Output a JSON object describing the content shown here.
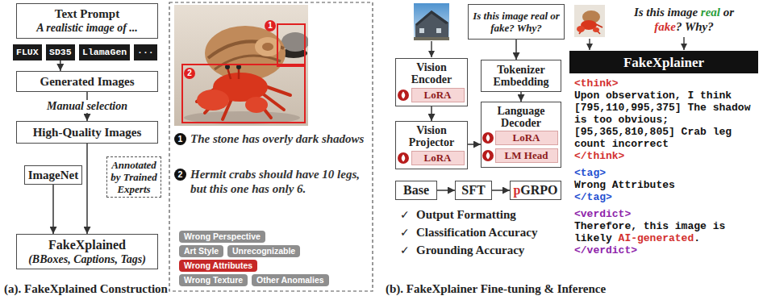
{
  "diagram": {
    "nodes": [
      {
        "text": [
          "Text Prompt",
          "A realistic image of ..."
        ]
      },
      {
        "text": [
          "FLUX"
        ]
      },
      {
        "text": [
          "SD35"
        ]
      },
      {
        "text": [
          "LlamaGen"
        ]
      },
      {
        "text": [
          "···"
        ]
      },
      {
        "text": [
          "Generated Images"
        ]
      },
      {
        "text": [
          "High-Quality Images"
        ]
      },
      {
        "text": [
          "ImageNet"
        ]
      },
      {
        "text": [
          "Annotated by Trained Experts"
        ]
      },
      {
        "text": [
          "FakeXplained",
          "(BBoxes, Captions, Tags)"
        ]
      },
      {
        "text": [
          "Wrong Perspective"
        ]
      },
      {
        "text": [
          "Art Style"
        ]
      },
      {
        "text": [
          "Unrecognizable"
        ]
      },
      {
        "text": [
          "Wrong Attributes"
        ]
      },
      {
        "text": [
          "Wrong Texture"
        ]
      },
      {
        "text": [
          "Other Anomalies"
        ]
      },
      {
        "text": [
          "Is this image real or fake? Why?"
        ]
      },
      {
        "text": [
          "Vision Encoder"
        ]
      },
      {
        "text": [
          "LoRA"
        ],
        "in": 17
      },
      {
        "text": [
          "Vision Projector"
        ]
      },
      {
        "text": [
          "LoRA"
        ],
        "in": 19
      },
      {
        "text": [
          "Tokenizer Embedding"
        ]
      },
      {
        "text": [
          "Language Decoder"
        ]
      },
      {
        "text": [
          "LoRA"
        ],
        "in": 22
      },
      {
        "text": [
          "LM Head"
        ],
        "in": 22
      },
      {
        "text": [
          "Base"
        ]
      },
      {
        "text": [
          "SFT"
        ]
      },
      {
        "text": [
          "p",
          "GRPO"
        ]
      },
      {
        "text": [
          "FakeXplainer"
        ]
      }
    ],
    "edges": [
      {
        "from": 2,
        "to": 5,
        "arrow": "to"
      },
      {
        "from": 5,
        "to": 6,
        "label": "Manual selection",
        "arrow": "to"
      },
      {
        "from": 6,
        "to": 9,
        "arrow": "to"
      },
      {
        "from": 7,
        "to": 9,
        "arrow": "to"
      },
      {
        "from": 16,
        "to": 21,
        "arrow": "to"
      },
      {
        "from": 17,
        "to": 19,
        "arrow": "to"
      },
      {
        "from": 21,
        "to": 22,
        "arrow": "to"
      },
      {
        "from": 19,
        "to": 22,
        "arrow": "to"
      },
      {
        "from": 25,
        "to": 26,
        "arrow": "to"
      },
      {
        "from": 26,
        "to": 27,
        "arrow": "to"
      }
    ],
    "labels": [
      "1",
      "2",
      "1",
      "The stone has overly dark shadows",
      "2",
      "Hermit crabs should have 10 legs, but this one has only 6.",
      "(a). FakeXplained Construction",
      "✓",
      "Output Formatting",
      "✓",
      "Classification Accuracy",
      "✓",
      "Grounding Accuracy",
      "(b). FakeXplainer Fine-tuning & Inference",
      "Is this image",
      "real",
      "or",
      "fake",
      "? Why?",
      "<think>",
      "Upon observation, I think [795,110,995,375] The shadow is too obvious; [95,365,810,805] Crab leg count incorrect",
      "</think>",
      "<tag>",
      "Wrong Attributes",
      "</tag>",
      "<verdict>",
      "Therefore, this image is likely",
      "AI-generated",
      ".",
      "</verdict>"
    ]
  }
}
